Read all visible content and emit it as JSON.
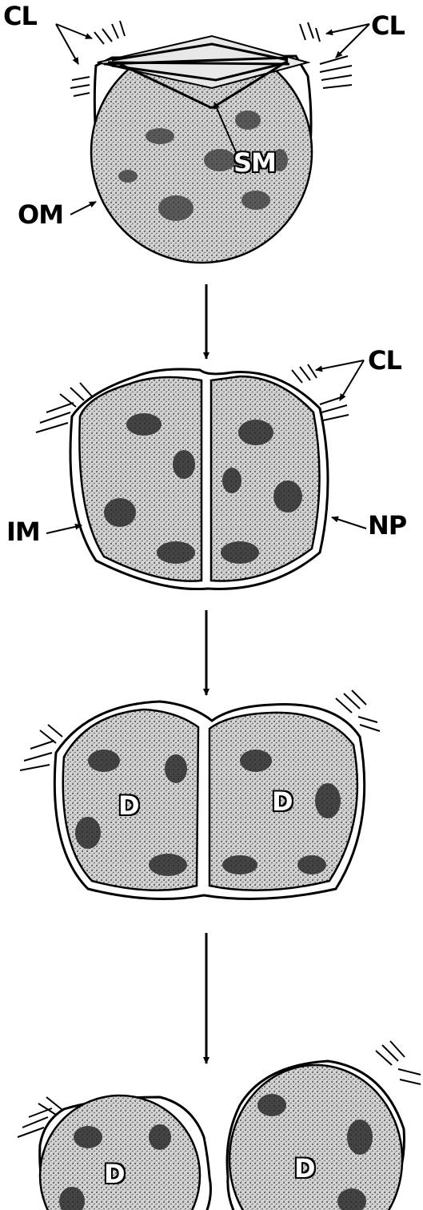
{
  "labels": {
    "cl_top_left": "CL",
    "cl_top_right": "CL",
    "sm": "SM",
    "om": "OM",
    "cl_stage2": "CL",
    "im": "IM",
    "np": "NP",
    "d_stage3_left": "D",
    "d_stage3_right": "D",
    "d_stage4_left": "D",
    "d_stage4_right": "D"
  },
  "colors": {
    "ink": "#000000",
    "cell_fill": "#cfcfcf",
    "background": "#ffffff"
  }
}
